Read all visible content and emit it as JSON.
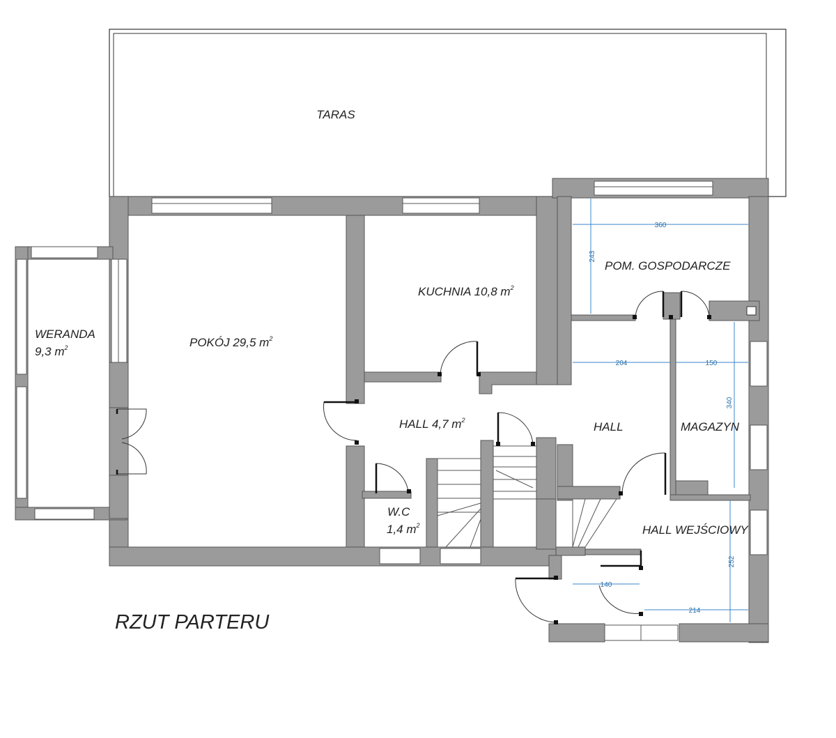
{
  "rooms": {
    "taras": "TARAS",
    "weranda": "WERANDA",
    "weranda_area": "9,3 m",
    "pokoj": "POKÓJ 29,5 m",
    "kuchnia": "KUCHNIA 10,8 m",
    "pom_gospodarcze": "POM. GOSPODARCZE",
    "hall_small": "HALL 4,7 m",
    "hall": "HALL",
    "magazyn": "MAGAZYN",
    "wc": "W.C",
    "wc_area": "1,4 m",
    "hall_wejsciowy": "HALL WEJŚCIOWY",
    "sup": "2"
  },
  "dimensions": {
    "d360": "360",
    "d243": "243",
    "d204": "204",
    "d150": "150",
    "d340": "340",
    "d252": "252",
    "d140": "140",
    "d214": "214"
  },
  "caption": "RZUT PARTERU",
  "colors": {
    "wall": "#9b9b9b",
    "dimension": "#3a86c8"
  }
}
